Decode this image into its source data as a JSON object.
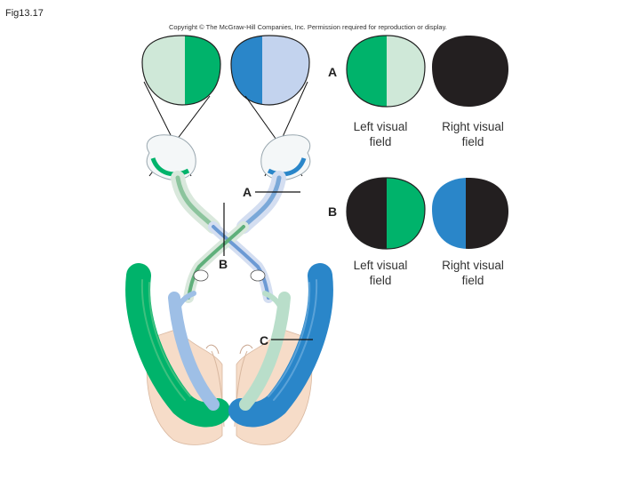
{
  "slide_label": "Fig13.17",
  "copyright": "Copyright © The McGraw-Hill Companies, Inc. Permission required for reproduction or display.",
  "labels": {
    "a_left": "A",
    "b_left": "B",
    "c_left": "C",
    "a_right": "A",
    "b_right": "B"
  },
  "rows": [
    {
      "left_caption": "Left visual\nfield",
      "right_caption": "Right visual\nfield"
    },
    {
      "left_caption": "Left visual\nfield",
      "right_caption": "Right visual\nfield"
    }
  ],
  "colors": {
    "green": "#00b36b",
    "light_green": "#cfe8d8",
    "blue": "#2a86c9",
    "light_blue": "#c3d3ee",
    "black": "#231f20",
    "tissue": "#f6dcc8"
  }
}
